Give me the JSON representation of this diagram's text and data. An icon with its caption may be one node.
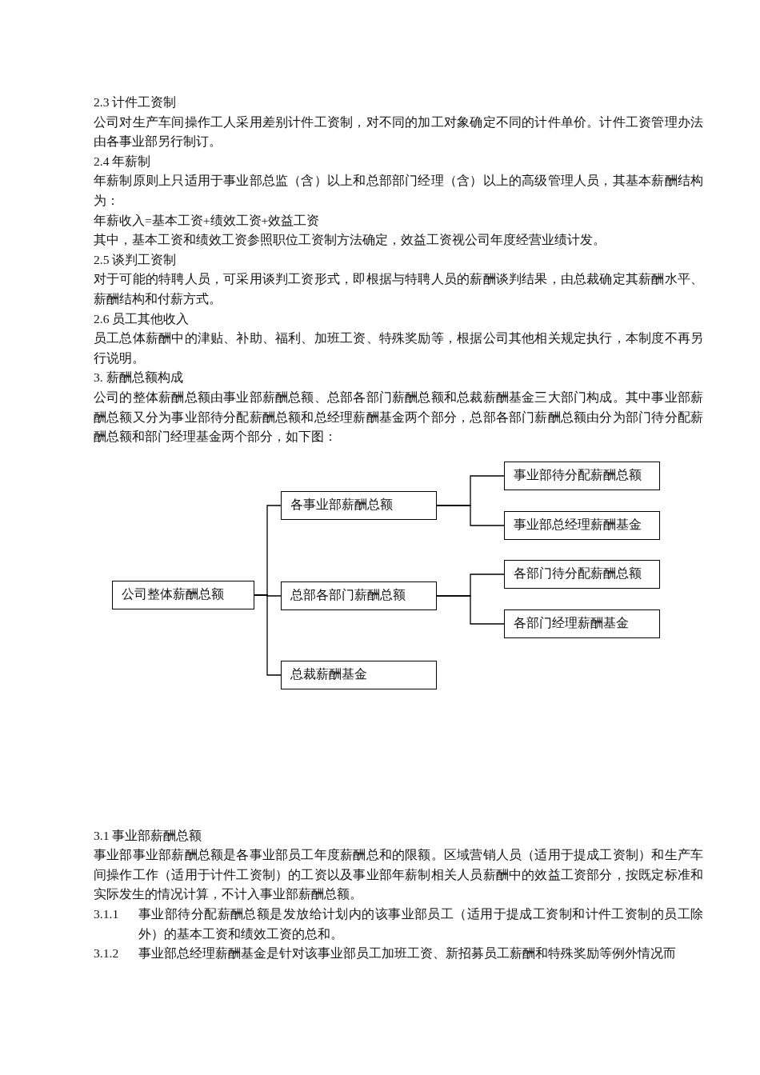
{
  "diagram": {
    "nodes": [
      {
        "text": [
          "公司整体薪酬总额"
        ]
      },
      {
        "text": [
          "各事业部薪酬总额"
        ]
      },
      {
        "text": [
          "事业部待分配薪酬总额"
        ]
      },
      {
        "text": [
          "事业部总经理薪酬基金"
        ]
      },
      {
        "text": [
          "总部各部门薪酬总额"
        ]
      },
      {
        "text": [
          "各部门待分配薪酬总额"
        ]
      },
      {
        "text": [
          "各部门经理薪酬基金"
        ]
      },
      {
        "text": [
          "总裁薪酬基金"
        ]
      }
    ],
    "edges": [
      {
        "from": 0,
        "to": 1,
        "arrow": "none"
      },
      {
        "from": 0,
        "to": 4,
        "arrow": "none"
      },
      {
        "from": 0,
        "to": 7,
        "arrow": "none"
      },
      {
        "from": 1,
        "to": 2,
        "arrow": "none"
      },
      {
        "from": 1,
        "to": 3,
        "arrow": "none"
      },
      {
        "from": 4,
        "to": 5,
        "arrow": "none"
      },
      {
        "from": 4,
        "to": 6,
        "arrow": "none"
      }
    ],
    "labels": [
      "2.3 计件工资制",
      "公司对生产车间操作工人采用差别计件工资制，对不同的加工对象确定不同的计件单价。计件工资管理办法由各事业部另行制订。",
      "2.4 年薪制",
      "年薪制原则上只适用于事业部总监（含）以上和总部部门经理（含）以上的高级管理人员，其基本薪酬结构为：",
      "年薪收入=基本工资+绩效工资+效益工资",
      "其中，基本工资和绩效工资参照职位工资制方法确定，效益工资视公司年度经营业绩计发。",
      "2.5 谈判工资制",
      "对于可能的特聘人员，可采用谈判工资形式，即根据与特聘人员的薪酬谈判结果，由总裁确定其薪酬水平、薪酬结构和付薪方式。",
      "2.6 员工其他收入",
      "员工总体薪酬中的津贴、补助、福利、加班工资、特殊奖励等，根据公司其他相关规定执行，本制度不再另行说明。",
      "3. 薪酬总额构成",
      "公司的整体薪酬总额由事业部薪酬总额、总部各部门薪酬总额和总裁薪酬基金三大部门构成。其中事业部薪酬总额又分为事业部待分配薪酬总额和总经理薪酬基金两个部分，总部各部门薪酬总额由分为部门待分配薪酬总额和部门经理基金两个部分，如下图：",
      "3.1 事业部薪酬总额",
      "事业部事业部薪酬总额是各事业部员工年度薪酬总和的限额。区域营销人员（适用于提成工资制）和生产车间操作工作（适用于计件工资制）的工资以及事业部年薪制相关人员薪酬中的效益工资部分，按既定标准和实际发生的情况计算，不计入事业部薪酬总额。",
      "3.1.1",
      "事业部待分配薪酬总额是发放给计划内的该事业部员工（适用于提成工资制和计件工资制的员工除外）的基本工资和绩效工资的总和。",
      "3.1.2",
      "事业部总经理薪酬基金是针对该事业部员工加班工资、新招募员工薪酬和特殊奖励等例外情况而"
    ]
  }
}
